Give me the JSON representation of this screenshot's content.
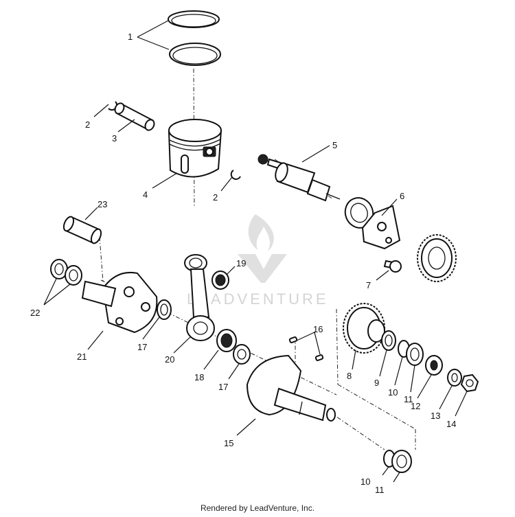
{
  "watermark": {
    "text": "LEADVENTURE"
  },
  "footer": {
    "text": "Rendered by LeadVenture, Inc."
  },
  "callouts": [
    {
      "id": "c1",
      "label": "1"
    },
    {
      "id": "c2a",
      "label": "2"
    },
    {
      "id": "c2b",
      "label": "2"
    },
    {
      "id": "c3",
      "label": "3"
    },
    {
      "id": "c4",
      "label": "4"
    },
    {
      "id": "c5",
      "label": "5"
    },
    {
      "id": "c6",
      "label": "6"
    },
    {
      "id": "c7",
      "label": "7"
    },
    {
      "id": "c8",
      "label": "8"
    },
    {
      "id": "c9",
      "label": "9"
    },
    {
      "id": "c10a",
      "label": "10"
    },
    {
      "id": "c10b",
      "label": "10"
    },
    {
      "id": "c11a",
      "label": "11"
    },
    {
      "id": "c11b",
      "label": "11"
    },
    {
      "id": "c12",
      "label": "12"
    },
    {
      "id": "c13",
      "label": "13"
    },
    {
      "id": "c14",
      "label": "14"
    },
    {
      "id": "c15",
      "label": "15"
    },
    {
      "id": "c16",
      "label": "16"
    },
    {
      "id": "c17a",
      "label": "17"
    },
    {
      "id": "c17b",
      "label": "17"
    },
    {
      "id": "c18",
      "label": "18"
    },
    {
      "id": "c19",
      "label": "19"
    },
    {
      "id": "c20",
      "label": "20"
    },
    {
      "id": "c21",
      "label": "21"
    },
    {
      "id": "c22",
      "label": "22"
    },
    {
      "id": "c23",
      "label": "23"
    }
  ]
}
